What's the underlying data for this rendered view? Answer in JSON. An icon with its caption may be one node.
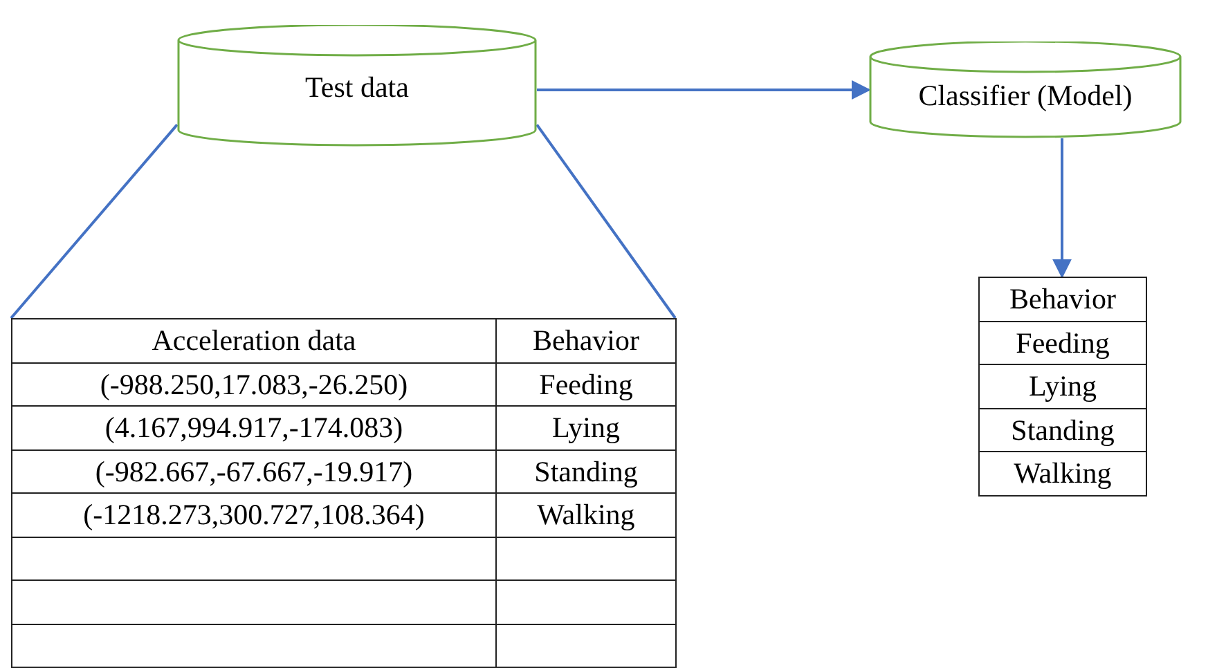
{
  "diagram": {
    "nodes": [
      {
        "text": [
          "Test data"
        ]
      },
      {
        "text": [
          "Classifier (Model)"
        ]
      },
      {
        "text": [],
        "shape": "box"
      },
      {
        "text": [],
        "shape": "box"
      }
    ],
    "edges": [
      {
        "from": 0,
        "to": 1,
        "arrow": "to"
      },
      {
        "from": 1,
        "to": 3,
        "arrow": "to"
      },
      {
        "from": 0,
        "to": 2,
        "arrow": "none"
      },
      {
        "from": 0,
        "to": 2,
        "arrow": "none"
      }
    ],
    "labels": [
      "Acceleration data",
      "Behavior",
      "(-988.250,17.083,-26.250)",
      "Feeding",
      "(4.167,994.917,-174.083)",
      "Lying",
      "(-982.667,-67.667,-19.917)",
      "Standing",
      "(-1218.273,300.727,108.364)",
      "Walking",
      "Behavior",
      "Feeding",
      "Lying",
      "Standing",
      "Walking"
    ]
  }
}
